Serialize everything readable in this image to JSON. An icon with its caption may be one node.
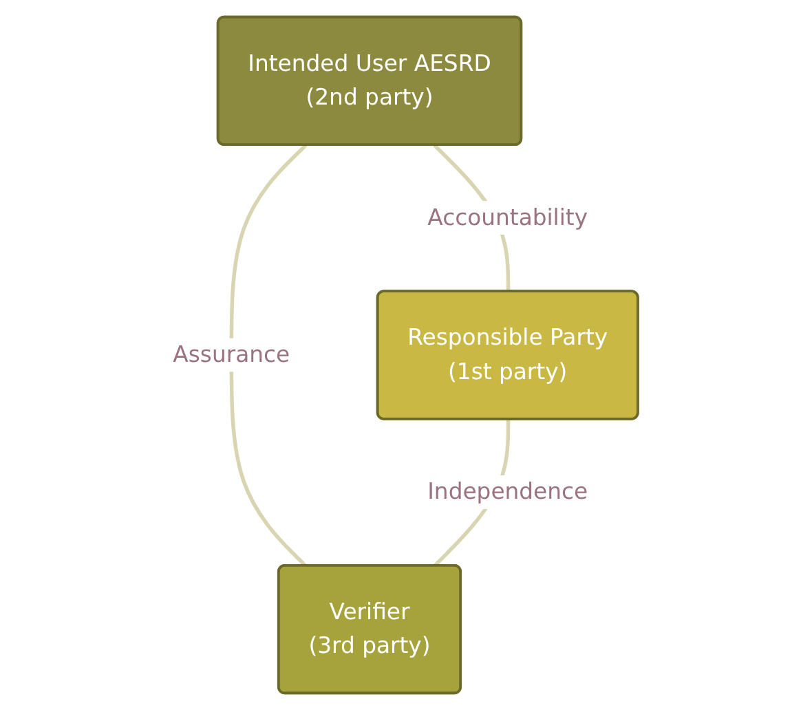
{
  "diagram": {
    "nodes": [
      {
        "text": [
          "Intended User AESRD",
          "(2nd party)"
        ]
      },
      {
        "text": [
          "Responsible Party",
          "(1st party)"
        ]
      },
      {
        "text": [
          "Verifier",
          "(3rd party)"
        ]
      }
    ],
    "edges": [
      {
        "from": 0,
        "to": 1,
        "arrow": "none",
        "label": "Accountability"
      },
      {
        "from": 0,
        "to": 2,
        "arrow": "none",
        "label": "Assurance"
      },
      {
        "from": 1,
        "to": 2,
        "arrow": "none",
        "label": "Independence"
      }
    ]
  }
}
